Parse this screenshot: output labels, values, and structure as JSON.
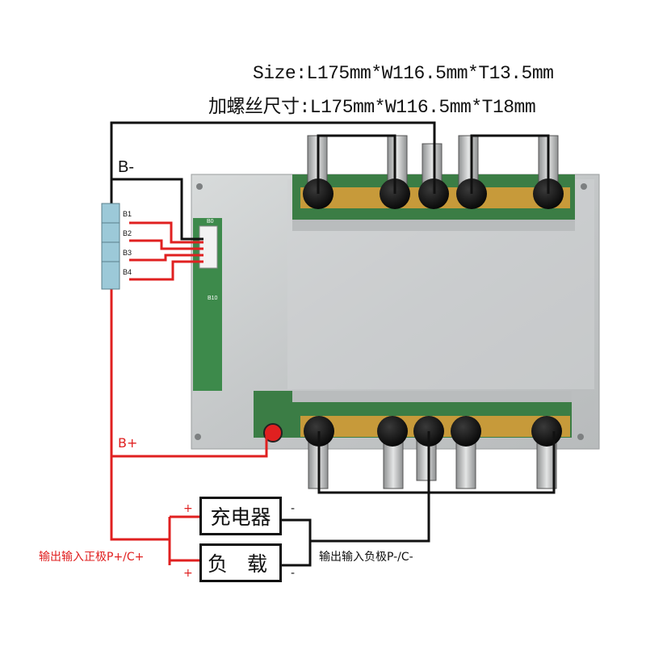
{
  "specs": {
    "size_line": "Size:L175mm*W116.5mm*T13.5mm",
    "screw_size_line": "加螺丝尺寸:L175mm*W116.5mm*T18mm"
  },
  "wiring": {
    "b_minus": "B-",
    "b_plus": "B+",
    "cells": [
      "B1",
      "B2",
      "B3",
      "B4"
    ],
    "board_connector_labels": [
      "B0",
      "B10"
    ]
  },
  "devices": {
    "charger": "充电器",
    "load": "负 载",
    "plus_sign": "+",
    "minus_sign": "-"
  },
  "labels": {
    "positive": "输出输入正极P+/C+",
    "negative": "输出输入负极P-/C-"
  },
  "colors": {
    "positive_wire": "#e02020",
    "negative_wire": "#111111",
    "board": "#c9cccb",
    "pcb": "#3c8a4a"
  }
}
